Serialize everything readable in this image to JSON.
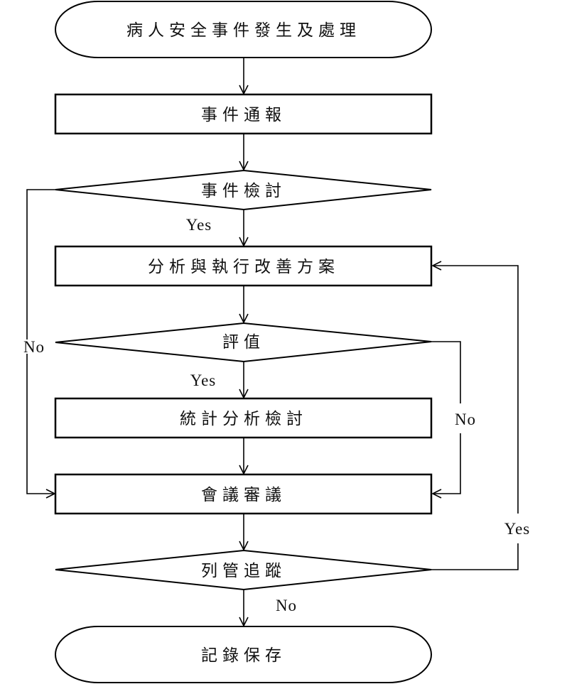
{
  "diagram": {
    "type": "flowchart",
    "nodes": {
      "start": {
        "shape": "terminal",
        "label": "病人安全事件發生及處理"
      },
      "report": {
        "shape": "process",
        "label": "事件通報"
      },
      "review_decision": {
        "shape": "decision",
        "label": "事件檢討"
      },
      "analyze": {
        "shape": "process",
        "label": "分析與執行改善方案"
      },
      "evaluate_decision": {
        "shape": "decision",
        "label": "評值"
      },
      "statistics": {
        "shape": "process",
        "label": "統計分析檢討"
      },
      "meeting": {
        "shape": "process",
        "label": "會議審議"
      },
      "tracking_decision": {
        "shape": "decision",
        "label": "列管追蹤"
      },
      "end": {
        "shape": "terminal",
        "label": "記錄保存"
      }
    },
    "edges": [
      {
        "from": "start",
        "to": "report",
        "label": ""
      },
      {
        "from": "report",
        "to": "review_decision",
        "label": ""
      },
      {
        "from": "review_decision",
        "to": "analyze",
        "label": "Yes"
      },
      {
        "from": "review_decision",
        "to": "meeting",
        "label": "No"
      },
      {
        "from": "analyze",
        "to": "evaluate_decision",
        "label": ""
      },
      {
        "from": "evaluate_decision",
        "to": "statistics",
        "label": "Yes"
      },
      {
        "from": "evaluate_decision",
        "to": "meeting",
        "label": "No"
      },
      {
        "from": "statistics",
        "to": "meeting",
        "label": ""
      },
      {
        "from": "meeting",
        "to": "tracking_decision",
        "label": ""
      },
      {
        "from": "tracking_decision",
        "to": "analyze",
        "label": "Yes"
      },
      {
        "from": "tracking_decision",
        "to": "end",
        "label": "No"
      }
    ]
  }
}
